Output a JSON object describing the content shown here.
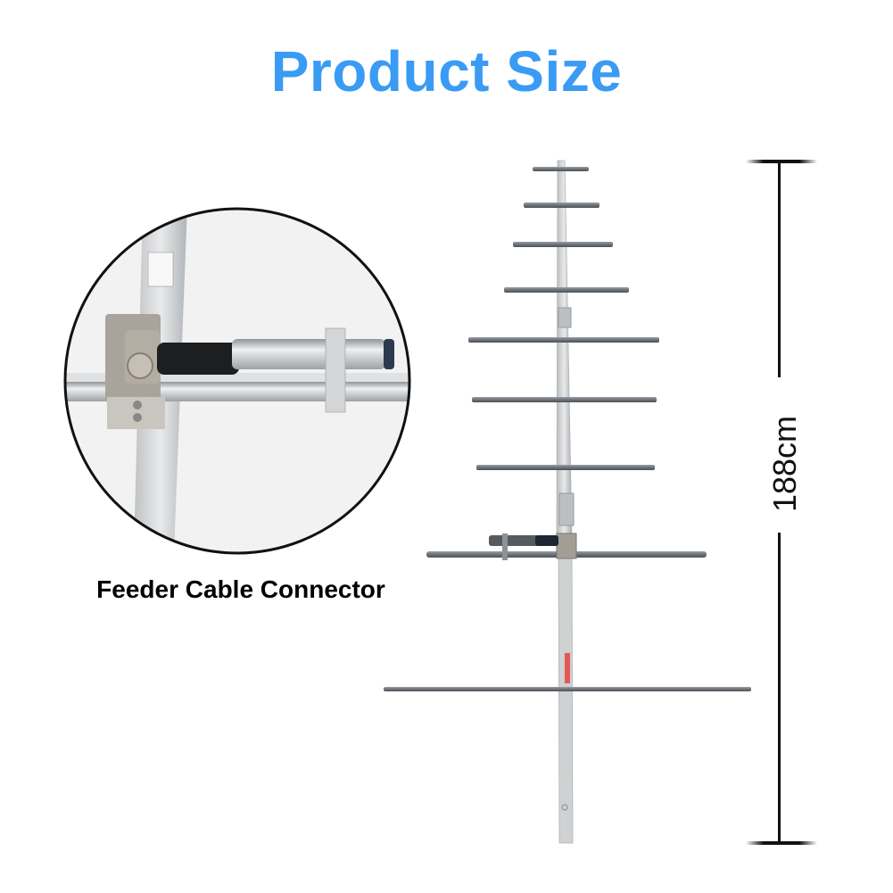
{
  "header": {
    "title": "Product Size"
  },
  "detail_inset": {
    "caption": "Feeder Cable Connector"
  },
  "dimension": {
    "height_label": "188cm"
  },
  "colors": {
    "title": "#3a9bf4",
    "text": "#000000",
    "dimension_line": "#111111",
    "boom": "#c9cbcd",
    "elements": "#707478",
    "brand_mark": "#e8453c"
  }
}
